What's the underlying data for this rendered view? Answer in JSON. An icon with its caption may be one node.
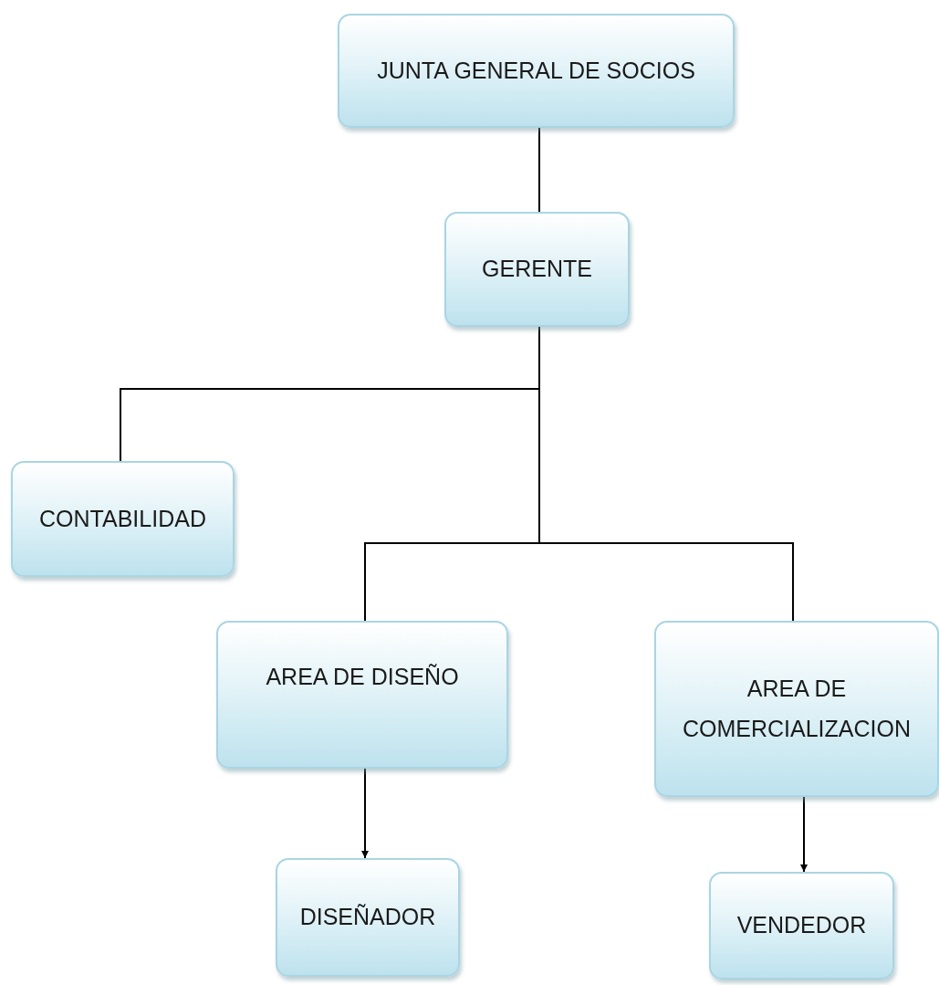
{
  "diagram": {
    "nodes": [
      {
        "text": [
          "JUNTA GENERAL DE SOCIOS"
        ]
      },
      {
        "text": [
          "GERENTE"
        ]
      },
      {
        "text": [
          "CONTABILIDAD"
        ]
      },
      {
        "text": [
          "AREA DE DISEÑO"
        ]
      },
      {
        "text": [
          "AREA DE COMERCIALIZACION"
        ]
      },
      {
        "text": [
          "DISEÑADOR"
        ]
      },
      {
        "text": [
          "VENDEDOR"
        ]
      }
    ],
    "edges": [
      {
        "from": 0,
        "to": 1,
        "arrow": "none"
      },
      {
        "from": 1,
        "to": 2,
        "arrow": "none"
      },
      {
        "from": 1,
        "to": 3,
        "arrow": "none"
      },
      {
        "from": 1,
        "to": 4,
        "arrow": "none"
      },
      {
        "from": 3,
        "to": 5,
        "arrow": "to"
      },
      {
        "from": 4,
        "to": 6,
        "arrow": "to"
      }
    ]
  }
}
